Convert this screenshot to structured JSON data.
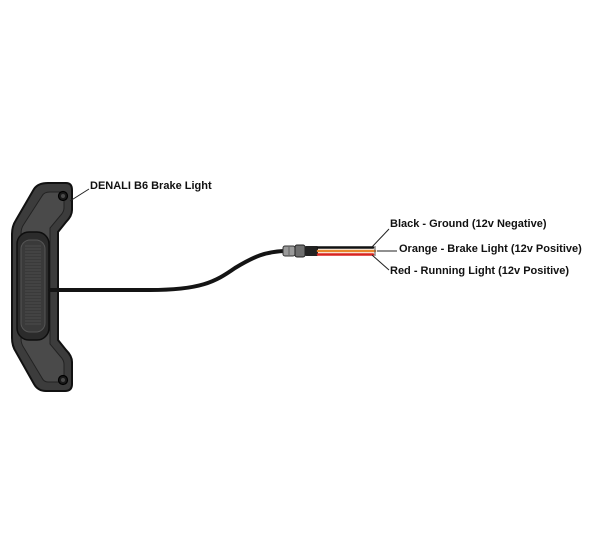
{
  "product": {
    "name": "DENALI B6 Brake Light"
  },
  "wires": [
    {
      "label": "Black - Ground (12v Negative)",
      "color": "#111111"
    },
    {
      "label": "Orange - Brake Light (12v Positive)",
      "color": "#e8862a"
    },
    {
      "label": "Red - Running Light (12v Positive)",
      "color": "#d8231f"
    }
  ],
  "colors": {
    "housing": "#3a3a3a",
    "housing_dark": "#1e1e1e",
    "cable": "#141414",
    "connector": "#8a8a8a"
  }
}
